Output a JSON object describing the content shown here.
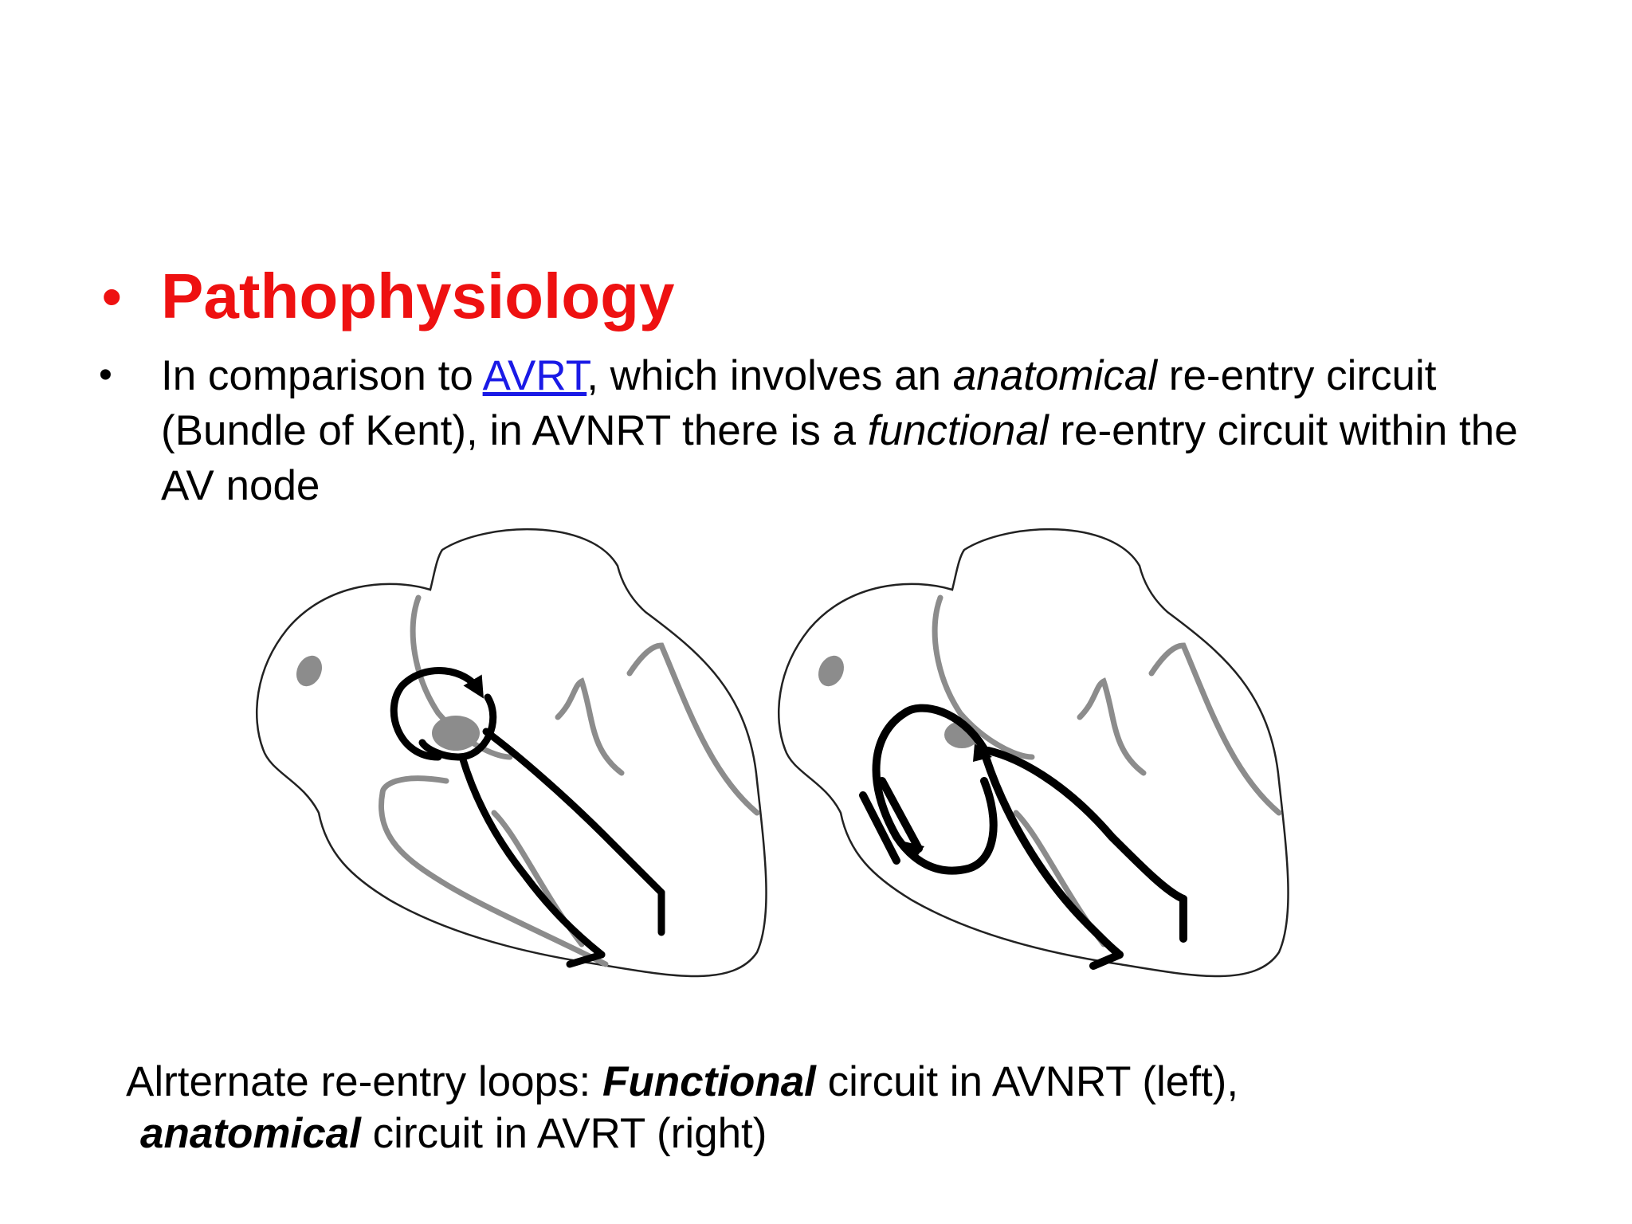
{
  "slide": {
    "heading": {
      "bullet": "•",
      "text": "Pathophysiology",
      "color": "#ee1111"
    },
    "body": {
      "bullet": "•",
      "t1": "In comparison to ",
      "link": "AVRT",
      "t2": ", which involves an ",
      "em1": "anatomical",
      "t3": " re-entry circuit (Bundle of Kent), in AVNRT there is a ",
      "em2": "functional",
      "t4": " re-entry circuit within the AV node",
      "link_color": "#1a1ae6"
    },
    "figure": {
      "left_heart": "functional-reentry-heart",
      "right_heart": "anatomical-reentry-heart",
      "colors": {
        "outline": "#222222",
        "conduction_gray": "#8c8c8c",
        "circuit_black": "#000000",
        "node_fill": "#8c8c8c"
      }
    },
    "caption": {
      "a1": "Alrternate re-entry loops: ",
      "b1": "Functional",
      "a2": " circuit in AVNRT (left),",
      "b2": "anatomical",
      "a3": " circuit in AVRT (right)"
    }
  }
}
